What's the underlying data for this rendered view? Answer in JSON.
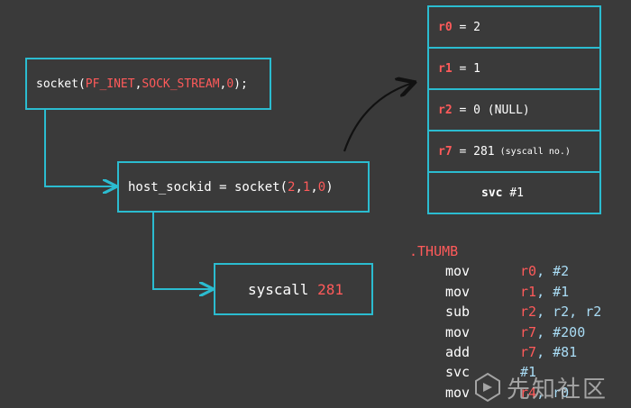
{
  "socket_box": {
    "func": "socket",
    "open": "(",
    "arg1": "PF_INET",
    "sep1": ", ",
    "arg2": "SOCK_STREAM",
    "sep2": ", ",
    "arg3": "0",
    "close": ");"
  },
  "host_box": {
    "prefix": "host_sockid = socket(",
    "arg1": "2",
    "sep1": ", ",
    "arg2": "1",
    "sep2": ", ",
    "arg3": "0",
    "close": ")"
  },
  "syscall_box": {
    "label": "syscall ",
    "number": "281"
  },
  "registers": [
    {
      "name": "r0",
      "eq": " = ",
      "value": "2",
      "note": ""
    },
    {
      "name": "r1",
      "eq": " = ",
      "value": "1",
      "note": ""
    },
    {
      "name": "r2",
      "eq": " = ",
      "value": "0 (NULL)",
      "note": ""
    },
    {
      "name": "r7",
      "eq": " = ",
      "value": "281",
      "note": " (syscall no.)"
    }
  ],
  "svc_row": {
    "op": "svc",
    "arg": " #1"
  },
  "asm": {
    "directive": ".THUMB",
    "lines": [
      {
        "op": "mov",
        "reg": "r0",
        "rest": ", #2"
      },
      {
        "op": "mov",
        "reg": "r1",
        "rest": ", #1"
      },
      {
        "op": "sub",
        "reg": "r2",
        "rest": ", r2, r2"
      },
      {
        "op": "mov",
        "reg": "r7",
        "rest": ", #200"
      },
      {
        "op": "add",
        "reg": "r7",
        "rest": ", #81"
      },
      {
        "op": "svc",
        "reg": "",
        "rest": "#1"
      },
      {
        "op": "mov",
        "reg": "r4",
        "rest": ", r0"
      }
    ]
  },
  "watermark": {
    "text": "先知社区"
  },
  "colors": {
    "border": "#2bbcd0",
    "accent_red": "#ff5a5a",
    "asm_blue": "#a9dcf5",
    "background": "#3a3a3a"
  }
}
